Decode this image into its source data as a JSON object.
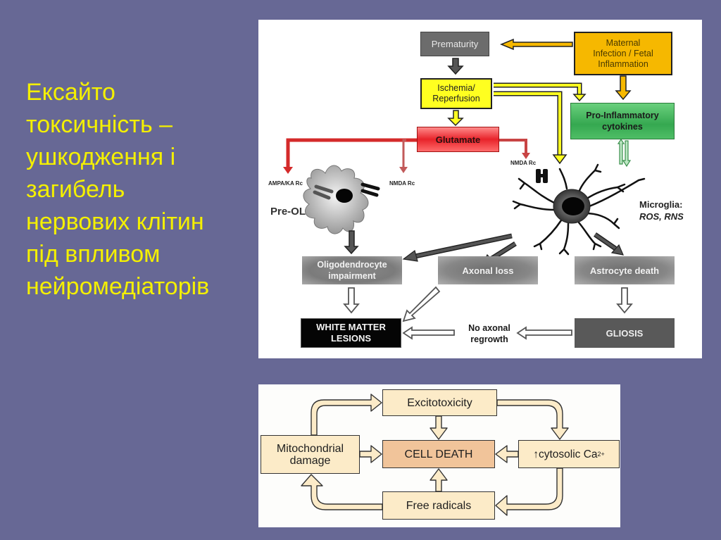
{
  "slide": {
    "background_color": "#676895",
    "text_color": "#f4f000",
    "heading_lines": [
      "Ексайто",
      "токсичність –",
      "ушкодження і",
      "загибель",
      "нервових клітин",
      "під впливом",
      "нейромедіаторів"
    ]
  },
  "diagram_top": {
    "boxes": {
      "prematurity": "Prematurity",
      "maternal": [
        "Maternal",
        "Infection / Fetal",
        "Inflammation"
      ],
      "ischemia": [
        "Ischemia/",
        "Reperfusion"
      ],
      "pro_inflammatory": [
        "Pro-Inflammatory",
        "cytokines"
      ],
      "glutamate": "Glutamate",
      "oligodendrocyte": [
        "Oligodendrocyte",
        "impairment"
      ],
      "axonal_loss": "Axonal loss",
      "astrocyte_death": "Astrocyte death",
      "white_matter": [
        "WHITE MATTER",
        "LESIONS"
      ],
      "gliosis": "GLIOSIS",
      "no_axonal": [
        "No axonal",
        "regrowth"
      ]
    },
    "labels": {
      "ampa": "AMPA/KA Rc",
      "nmda_preol": "NMDA Rc",
      "nmda_microglia": "NMDA Rc",
      "pre_ol": "Pre-OL",
      "microglia": "Microglia:",
      "ros_rns": "ROS, RNS"
    },
    "colors": {
      "prematurity": "#6c6c6c",
      "maternal": "#f6b800",
      "ischemia": "#ffff20",
      "pro_inflammatory": "#35a850",
      "glutamate": "#e8232a",
      "white_matter": "#050505",
      "gliosis": "#595959"
    }
  },
  "diagram_bottom": {
    "boxes": {
      "excitotoxicity": "Excitotoxicity",
      "mitochondrial": [
        "Mitochondrial",
        "damage"
      ],
      "cell_death": "CELL DEATH",
      "cytosolic": "cytosolic Ca",
      "cytosolic_arrow": "↑",
      "cytosolic_sup": "2+",
      "free_radicals": "Free radicals"
    },
    "colors": {
      "box_fill": "#fcebc8",
      "cell_death_fill": "#f1c49a"
    }
  }
}
